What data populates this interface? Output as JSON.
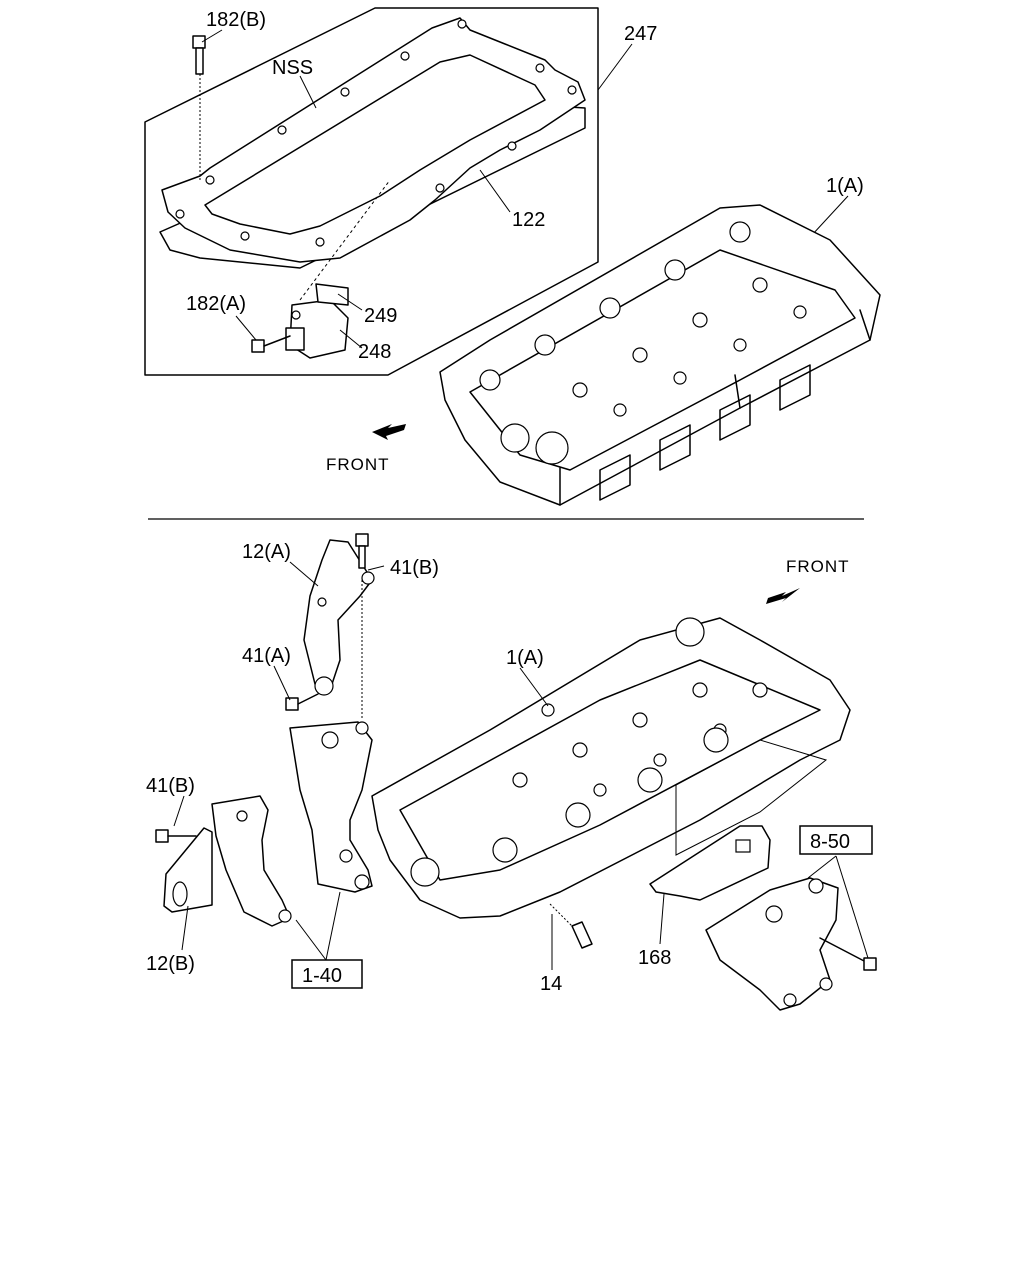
{
  "top_section": {
    "labels": {
      "l182b": "182(B)",
      "nss": "NSS",
      "l247": "247",
      "l122": "122",
      "l1a": "1(A)",
      "l182a": "182(A)",
      "l249": "249",
      "l248": "248",
      "front": "FRONT"
    }
  },
  "bottom_section": {
    "labels": {
      "l12a": "12(A)",
      "l41b_top": "41(B)",
      "front": "FRONT",
      "l41a": "41(A)",
      "l1a": "1(A)",
      "l41b_left": "41(B)",
      "l850": "8-50",
      "l12b": "12(B)",
      "l140": "1-40",
      "l14": "14",
      "l168": "168"
    }
  }
}
